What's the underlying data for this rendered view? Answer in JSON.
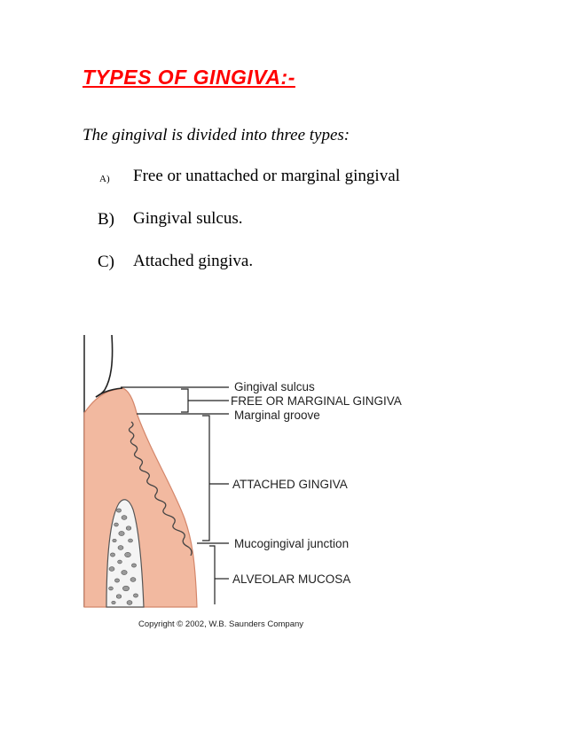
{
  "heading": "TYPES OF GINGIVA:-",
  "intro": "The gingival is divided into three types:",
  "items": [
    {
      "marker": "A)",
      "text": "Free or unattached or marginal gingival"
    },
    {
      "marker": "B)",
      "text": "Gingival sulcus."
    },
    {
      "marker": "C)",
      "text": "Attached gingiva."
    }
  ],
  "figure": {
    "labels": {
      "sulcus": "Gingival sulcus",
      "free": "FREE OR MARGINAL GINGIVA",
      "groove": "Marginal groove",
      "attached": "ATTACHED GINGIVA",
      "mgj": "Mucogingival junction",
      "alveolar": "ALVEOLAR MUCOSA"
    },
    "copyright": "Copyright © 2002, W.B. Saunders Company",
    "colors": {
      "gingiva": "#f2b9a0",
      "gingiva_edge": "#d4866a",
      "bone": "#f2f2f2"
    }
  }
}
